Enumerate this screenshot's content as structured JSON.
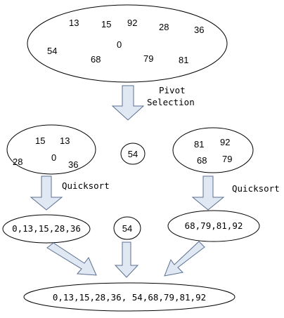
{
  "top_set": [
    "13",
    "15",
    "92",
    "28",
    "36",
    "54",
    "0",
    "68",
    "79",
    "81"
  ],
  "pivot_label": [
    "Pivot",
    "Selection"
  ],
  "left_set": [
    "15",
    "13",
    "28",
    "0",
    "36"
  ],
  "pivot_value": "54",
  "right_set": [
    "81",
    "92",
    "68",
    "79"
  ],
  "quicksort_left": "Quicksort",
  "quicksort_right": "Quicksort",
  "sorted_left": "0,13,15,28,36",
  "sorted_middle": "54",
  "sorted_right": "68,79,81,92",
  "final_result": "0,13,15,28,36, 54,68,79,81,92"
}
